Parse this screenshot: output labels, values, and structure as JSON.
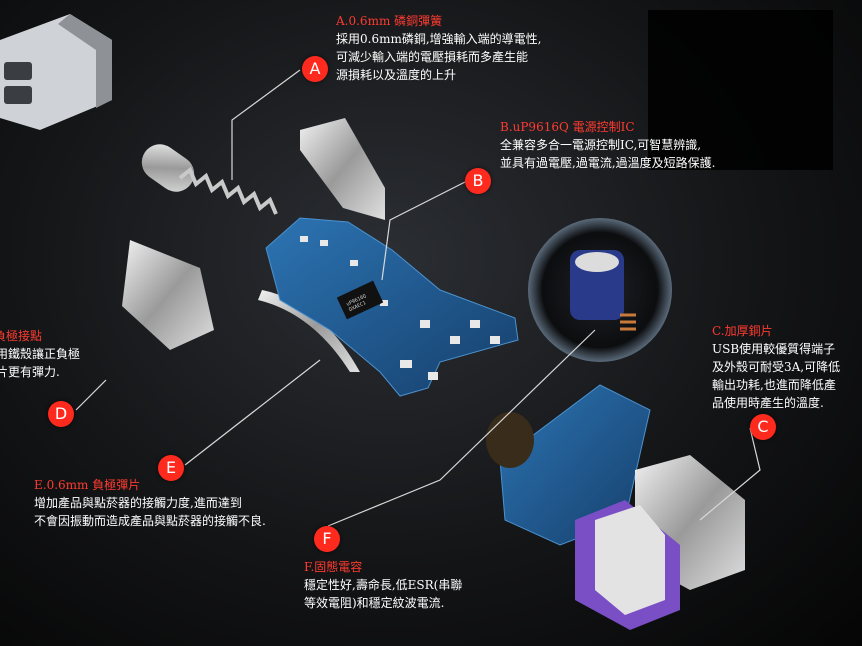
{
  "colors": {
    "marker": "#ff2a1e",
    "title": "#ff3b30",
    "body_text": "#ffffff",
    "pcb": "#1f5a8f",
    "usb_purple": "#7a4fc6"
  },
  "annotations": {
    "A": {
      "marker": "A",
      "title": "A.0.6mm 磷銅彈簧",
      "lines": [
        "採用0.6mm磷銅,增強輸入端的導電性,",
        "可減少輸入端的電壓損耗而多產生能",
        "源損耗以及溫度的上升"
      ]
    },
    "B": {
      "marker": "B",
      "title": "B.uP9616Q 電源控制IC",
      "lines": [
        "全兼容多合一電源控制IC,可智慧辨識,",
        "並具有過電壓,過電流,過溫度及短路保護."
      ]
    },
    "C": {
      "marker": "C",
      "title": "C.加厚銅片",
      "lines": [
        "USB使用較優質得端子",
        "及外殼可耐受3A,可降低",
        "輸出功耗,也進而降低產",
        "品使用時產生的溫度."
      ]
    },
    "D": {
      "marker": "D",
      "title": "負極接點",
      "lines": [
        "使用鐵殼讓正負極",
        "彈片更有彈力."
      ]
    },
    "E": {
      "marker": "E",
      "title": "E.0.6mm 負極彈片",
      "lines": [
        "增加產品與點菸器的接觸力度,進而達到",
        "不會因振動而造成產品與點菸器的接觸不良."
      ]
    },
    "F": {
      "marker": "F",
      "title": "F.固態電容",
      "lines": [
        "穩定性好,壽命長,低ESR(串聯",
        "等效電阻)和穩定紋波電流."
      ]
    }
  },
  "chip": {
    "line1": "uP9616Q",
    "line2": "DXAEC1"
  }
}
